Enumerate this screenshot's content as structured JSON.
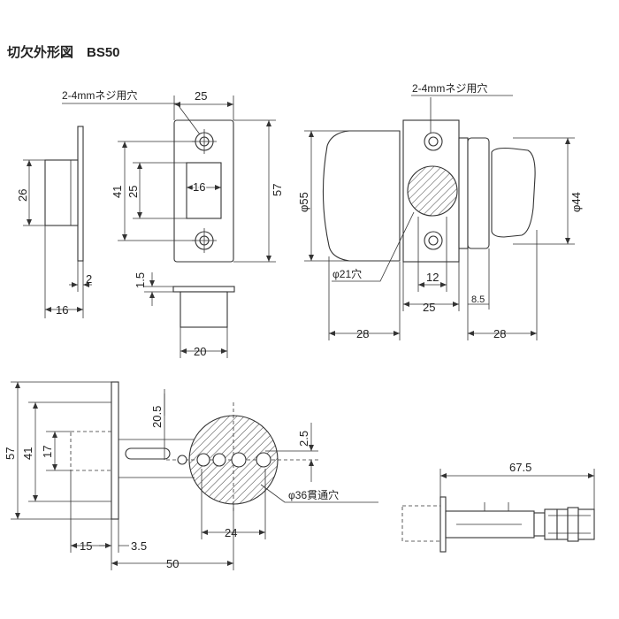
{
  "title": "切欠外形図　BS50",
  "labels": {
    "screw_hole_1": "2-4mmネジ用穴",
    "screw_hole_2": "2-4mmネジ用穴",
    "phi21": "φ21穴",
    "phi36": "φ36貫通穴"
  },
  "dims": {
    "strike_height": "26",
    "strike_depth": "16",
    "strike_plate_t": "2",
    "plate_width": "25",
    "plate_height": "57",
    "plate_hole_pitch": "41",
    "plate_window_h": "25",
    "plate_window_w": "16",
    "box_t": "1.5",
    "box_w": "20",
    "knob_dia": "φ55",
    "thumb_dia": "φ44",
    "hole_12": "12",
    "latch_w": "25",
    "thumb_proj": "8.5",
    "knob_proj_left": "28",
    "knob_proj_right": "28",
    "bot_57": "57",
    "bot_41": "41",
    "bot_17": "17",
    "bot_20_5": "20.5",
    "bot_2_5": "2.5",
    "bot_24": "24",
    "bot_15": "15",
    "bot_3_5": "3.5",
    "bot_50": "50",
    "side_67_5": "67.5"
  }
}
